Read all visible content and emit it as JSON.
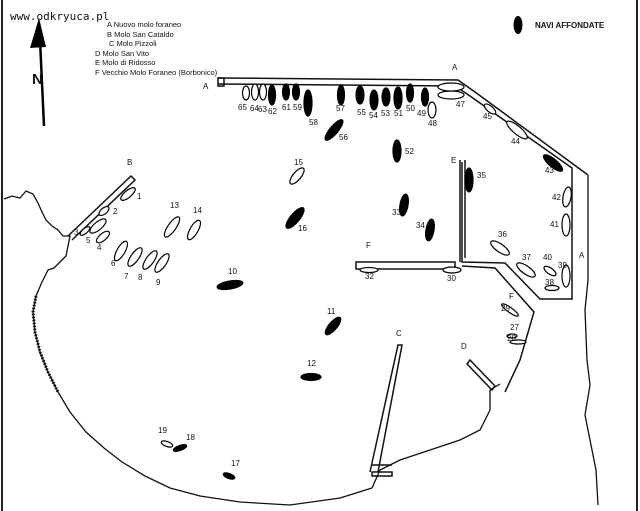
{
  "watermark": "www.odkryuca.pl",
  "north_label": "N",
  "legend": {
    "items": [
      {
        "key": "A",
        "label": "Nuovo molo foraneo"
      },
      {
        "key": "B",
        "label": "Molo San Cataldo"
      },
      {
        "key": "C",
        "label": "Molo Pizzoli"
      },
      {
        "key": "D",
        "label": "Molo San Vito"
      },
      {
        "key": "E",
        "label": "Molo di Ridosso"
      },
      {
        "key": "F",
        "label": "Vecchio Molo Foraneo (Borbonico)"
      }
    ],
    "sunk_label": "NAVI AFFONDATE"
  },
  "pier_labels": [
    "A",
    "A",
    "A",
    "B",
    "C",
    "D",
    "E",
    "F",
    "F"
  ],
  "ships": [
    {
      "n": "1",
      "sunk": false
    },
    {
      "n": "2",
      "sunk": false
    },
    {
      "n": "3",
      "sunk": false
    },
    {
      "n": "4",
      "sunk": false
    },
    {
      "n": "5",
      "sunk": false
    },
    {
      "n": "6",
      "sunk": false
    },
    {
      "n": "7",
      "sunk": false
    },
    {
      "n": "8",
      "sunk": false
    },
    {
      "n": "9",
      "sunk": false
    },
    {
      "n": "10",
      "sunk": true
    },
    {
      "n": "11",
      "sunk": true
    },
    {
      "n": "12",
      "sunk": true
    },
    {
      "n": "13",
      "sunk": false
    },
    {
      "n": "14",
      "sunk": false
    },
    {
      "n": "15",
      "sunk": false
    },
    {
      "n": "16",
      "sunk": true
    },
    {
      "n": "17",
      "sunk": true
    },
    {
      "n": "18",
      "sunk": true
    },
    {
      "n": "19",
      "sunk": false
    },
    {
      "n": "27",
      "sunk": false
    },
    {
      "n": "28",
      "sunk": false
    },
    {
      "n": "29",
      "sunk": false
    },
    {
      "n": "30",
      "sunk": false
    },
    {
      "n": "32",
      "sunk": false
    },
    {
      "n": "33",
      "sunk": true
    },
    {
      "n": "34",
      "sunk": true
    },
    {
      "n": "35",
      "sunk": true
    },
    {
      "n": "36",
      "sunk": false
    },
    {
      "n": "37",
      "sunk": false
    },
    {
      "n": "38",
      "sunk": false
    },
    {
      "n": "39",
      "sunk": false
    },
    {
      "n": "40",
      "sunk": false
    },
    {
      "n": "41",
      "sunk": false
    },
    {
      "n": "42",
      "sunk": false
    },
    {
      "n": "43",
      "sunk": true
    },
    {
      "n": "44",
      "sunk": false
    },
    {
      "n": "45",
      "sunk": false
    },
    {
      "n": "47",
      "sunk": false
    },
    {
      "n": "48",
      "sunk": false
    },
    {
      "n": "49",
      "sunk": true
    },
    {
      "n": "50",
      "sunk": true
    },
    {
      "n": "51",
      "sunk": true
    },
    {
      "n": "52",
      "sunk": true
    },
    {
      "n": "53",
      "sunk": true
    },
    {
      "n": "54",
      "sunk": true
    },
    {
      "n": "55",
      "sunk": true
    },
    {
      "n": "56",
      "sunk": true
    },
    {
      "n": "57",
      "sunk": true
    },
    {
      "n": "58",
      "sunk": true
    },
    {
      "n": "59",
      "sunk": true
    },
    {
      "n": "61",
      "sunk": true
    },
    {
      "n": "62",
      "sunk": true
    },
    {
      "n": "63",
      "sunk": false
    },
    {
      "n": "64",
      "sunk": false
    },
    {
      "n": "65",
      "sunk": false
    }
  ]
}
